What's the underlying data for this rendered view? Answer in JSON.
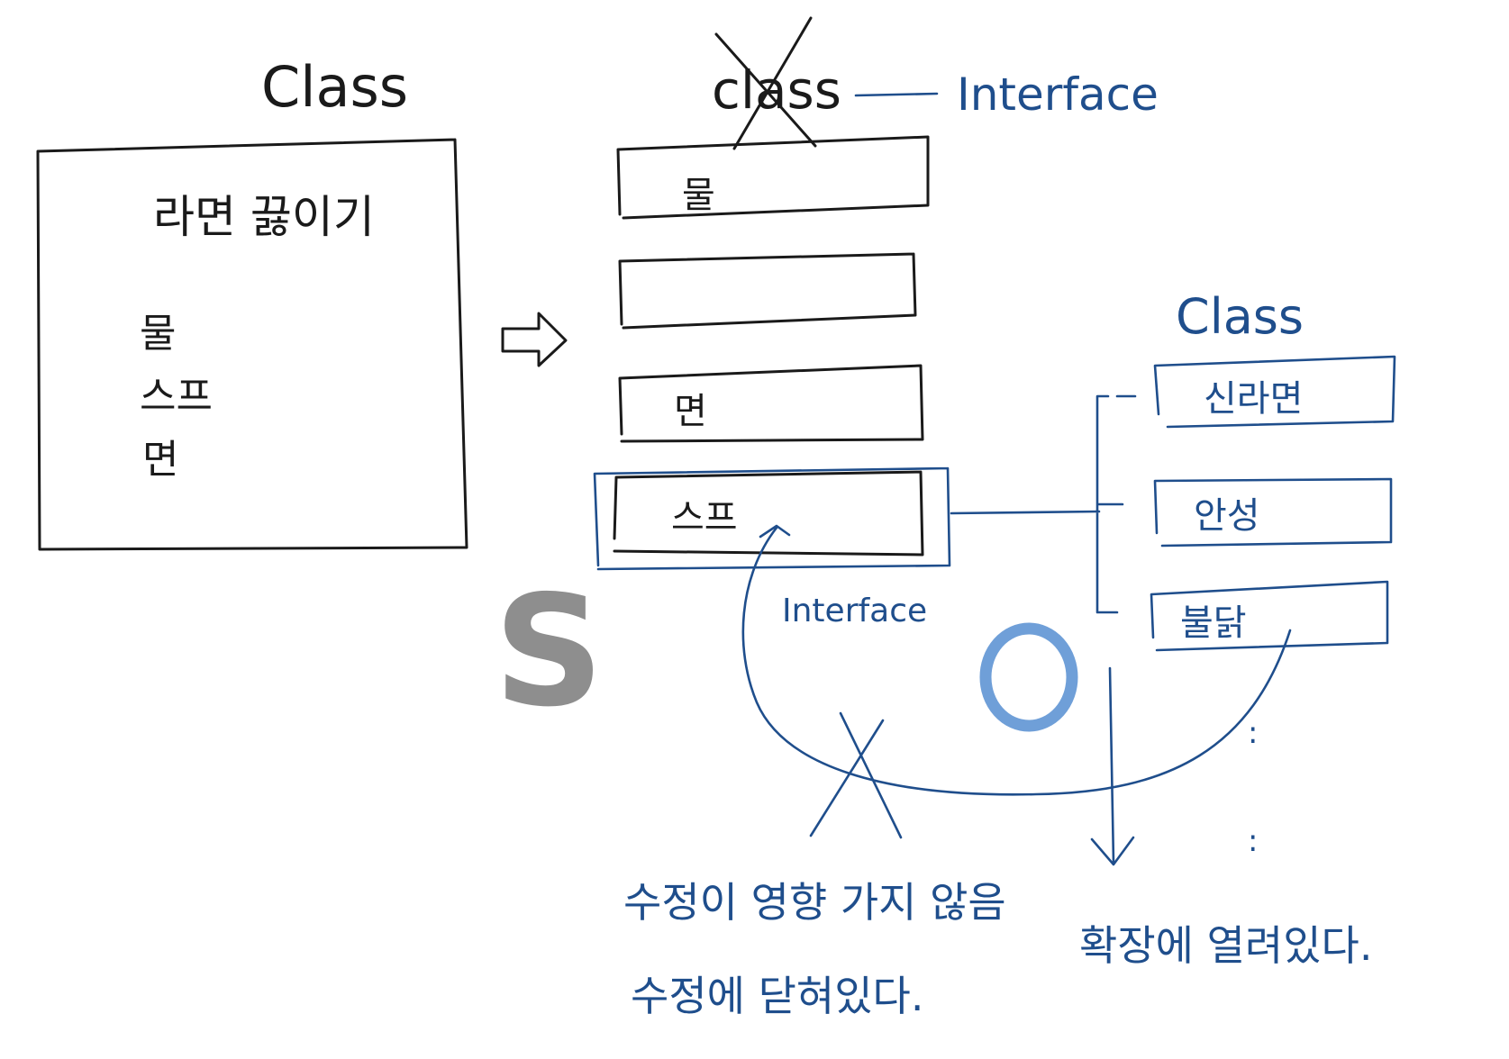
{
  "left_block": {
    "title": "Class",
    "heading": "라면 끓이기",
    "items": [
      "물",
      "스프",
      "면"
    ]
  },
  "right_block": {
    "title_struck": "class",
    "title_replacement": "Interface",
    "slots": [
      "물",
      "",
      "면",
      "스프"
    ],
    "soup_slot_label": "Interface"
  },
  "impl_block": {
    "title": "Class",
    "items": [
      "신라면",
      "안성",
      "불닭"
    ],
    "continuation": [
      ":",
      ":"
    ]
  },
  "principles": {
    "s_letter": "S",
    "o_letter": "O"
  },
  "notes": {
    "closed_line1": "수정이 영향 가지 않음",
    "closed_line2": "수정에 닫혀있다.",
    "open": "확장에 열려있다."
  },
  "colors": {
    "black_ink": "#1a1a1a",
    "blue_ink": "#1f4e8c",
    "light_blue": "#6f9fd8",
    "gray": "#8e8e8e"
  }
}
